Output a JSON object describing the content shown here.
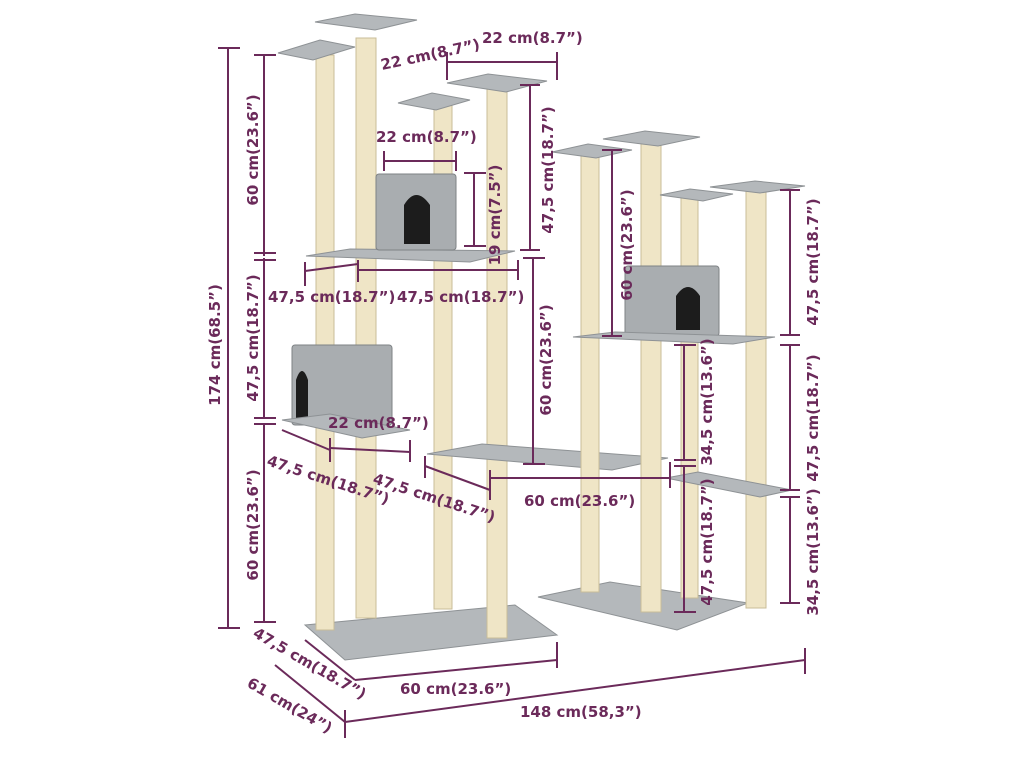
{
  "colors": {
    "dimension": "#6b2a5a",
    "platform": "#b4b8bb",
    "post": "#efe5c6",
    "background": "#ffffff"
  },
  "labels": {
    "total_height": "174 cm(68.5”)",
    "left_top_height": "60 cm(23.6”)",
    "left_mid_height": "47,5 cm(18.7”)",
    "left_low_height": "60 cm(23.6”)",
    "top_platform_a": "22 cm(8.7”)",
    "top_platform_b": "22 cm(8.7”)",
    "house_width_top": "22 cm(8.7”)",
    "house_height": "19 cm(7.5”)",
    "mid_post_height": "47,5 cm(18.7”)",
    "platform_a_depth": "47,5 cm(18.7”)",
    "platform_a_width": "47,5 cm(18.7”)",
    "center_post_height": "60 cm(23.6”)",
    "house_width_low": "22 cm(8.7”)",
    "low_platform_depth": "47,5 cm(18.7”)",
    "low_platform_b_depth": "47,5 cm(18.7”)",
    "mid_platform_width": "60 cm(23.6”)",
    "right_upper_height": "60 cm(23.6”)",
    "right_step_height": "34,5 cm(13.6”)",
    "right_low_height": "47,5 cm(18.7”)",
    "far_right_top": "47,5 cm(18.7”)",
    "far_right_mid": "47,5 cm(18.7”)",
    "far_right_low": "34,5 cm(13.6”)",
    "base_depth": "47,5 cm(18.7”)",
    "base_width": "60 cm(23.6”)",
    "overall_depth": "61 cm(24”)",
    "overall_width": "148 cm(58,3”)"
  }
}
